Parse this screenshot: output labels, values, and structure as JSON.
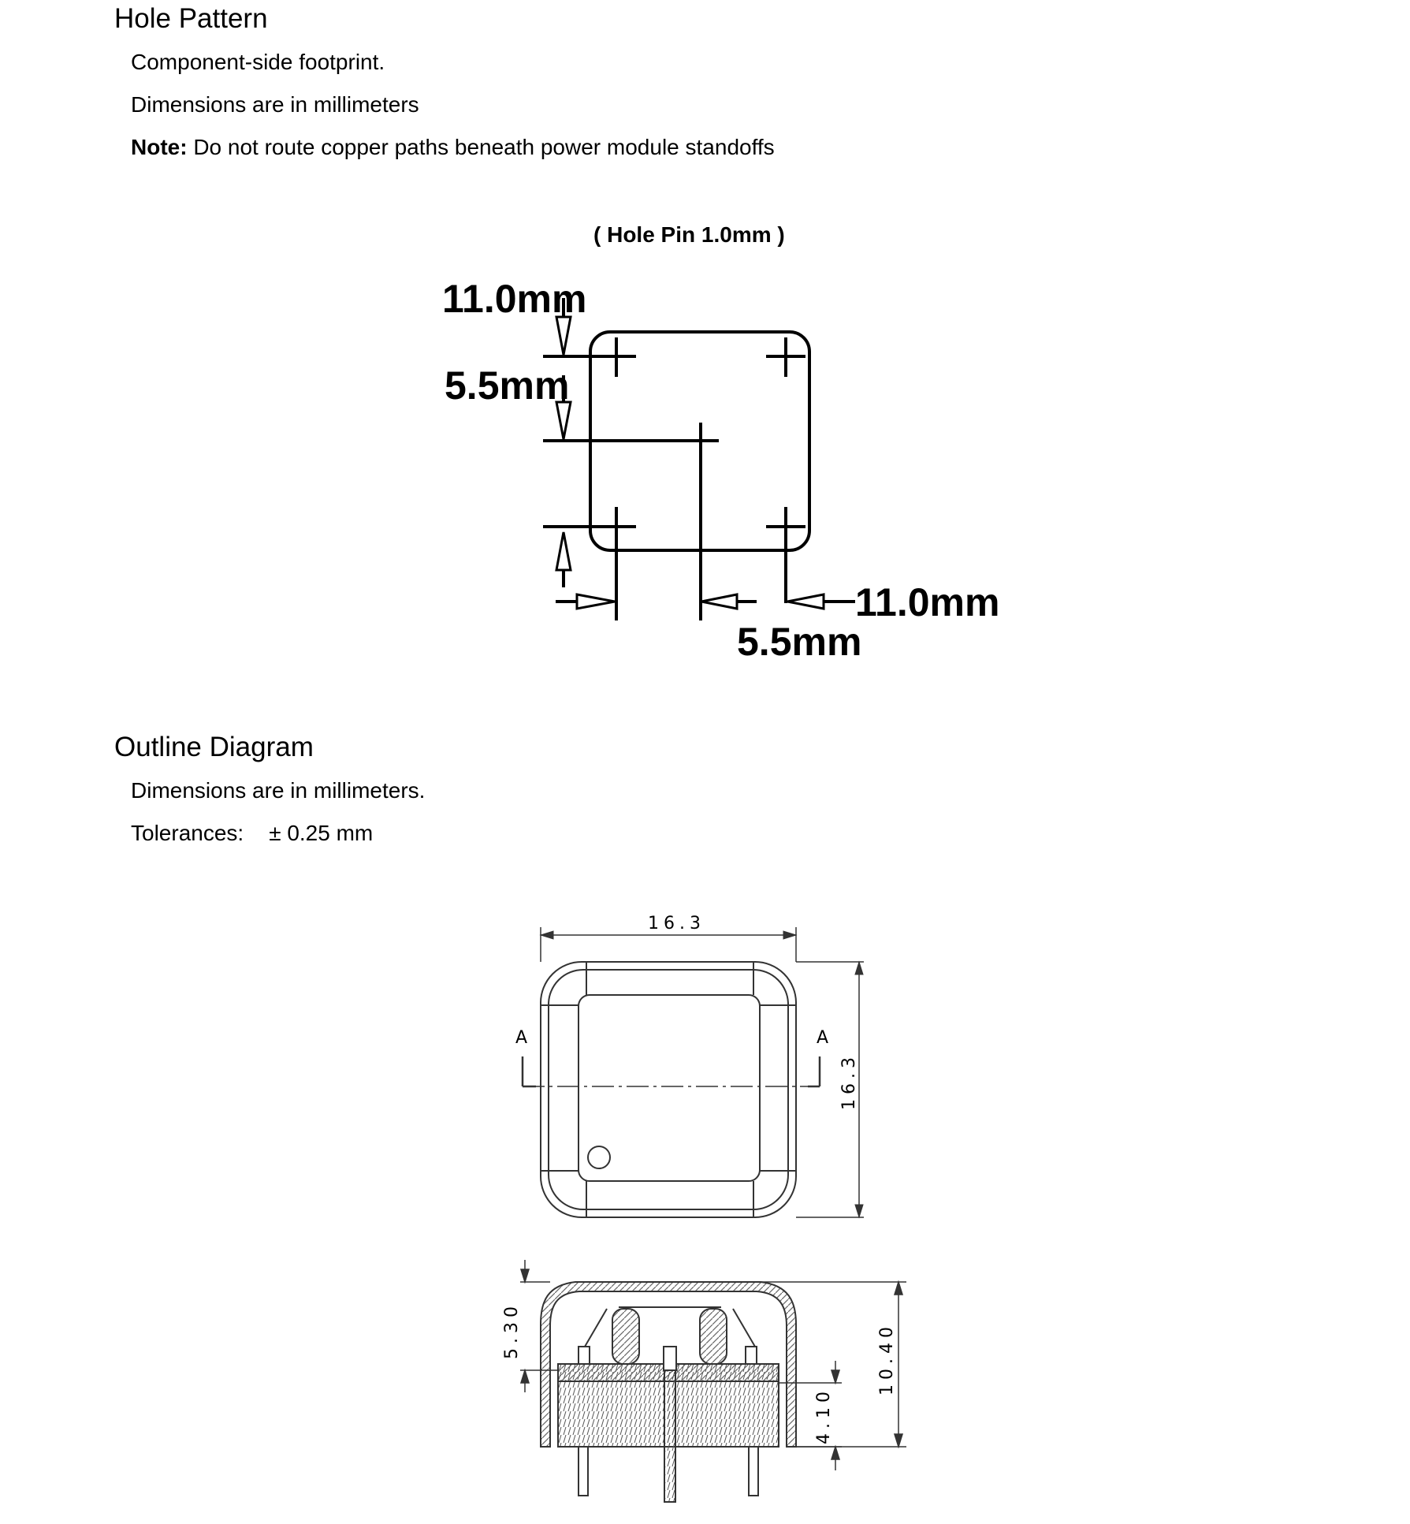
{
  "hole_pattern": {
    "heading": "Hole Pattern",
    "line1": "Component-side footprint.",
    "line2": "Dimensions are in millimeters",
    "note_label": "Note:",
    "note_text": " Do not route copper paths beneath power module standoffs",
    "caption": "( Hole Pin 1.0mm )",
    "dims": {
      "top_left": "11.0mm",
      "mid_left": "5.5mm",
      "bottom_right": "11.0mm",
      "bottom_mid": "5.5mm"
    }
  },
  "outline": {
    "heading": "Outline Diagram",
    "line1": "Dimensions are in millimeters.",
    "tol_label": "Tolerances:",
    "tol_value": "± 0.25 mm",
    "top_view": {
      "width": "16.3",
      "height": "16.3",
      "section_left": "A",
      "section_right": "A"
    },
    "side_view": {
      "dim_top": "5.30",
      "dim_total": "10.40",
      "dim_base": "4.10"
    }
  }
}
